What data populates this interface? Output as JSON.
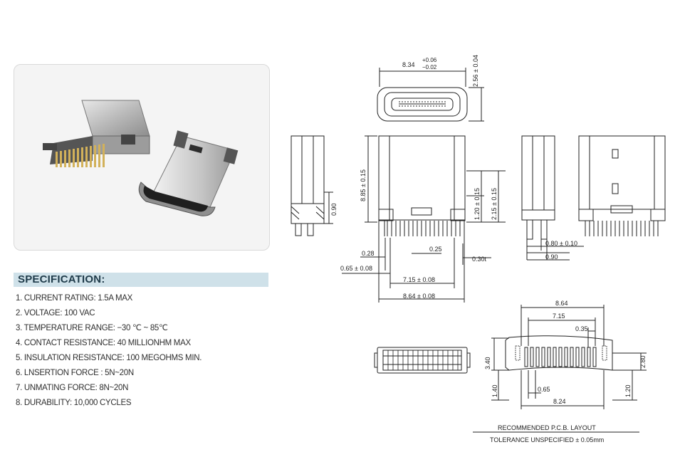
{
  "specification": {
    "title": "SPECIFICATION:",
    "items": [
      "1. CURRENT RATING: 1.5A MAX",
      "2. VOLTAGE: 100 VAC",
      "3. TEMPERATURE RANGE: −30 ℃ ~ 85℃",
      "4. CONTACT RESISTANCE: 40 MILLIONHM MAX",
      "5. INSULATION RESISTANCE: 100 MEGOHMS MIN.",
      "6. LNSERTION FORCE : 5N~20N",
      "7. UNMATING FORCE: 8N~20N",
      "8. DURABILITY:  10,000 CYCLES"
    ]
  },
  "drawing": {
    "top_view": {
      "width_nominal": "8.34",
      "width_tol_plus": "+0.06",
      "width_tol_minus": "−0.02",
      "height": "2.56 ± 0.04"
    },
    "left_view": {
      "dim_090": "0.90"
    },
    "front_view": {
      "height_total": "8.85 ± 0.15",
      "height_a": "1.20 ± 0.15",
      "height_b": "2.15 ± 0.15",
      "dim_028": "0.28",
      "dim_025": "0.25",
      "dim_030t": "0.30t",
      "dim_065": "0.65 ± 0.08",
      "dim_715": "7.15 ± 0.08",
      "dim_864": "8.64 ± 0.08"
    },
    "side_view": {
      "dim_080": "0.80 ± 0.10",
      "dim_090": "0.90"
    },
    "pcb_layout": {
      "dim_864": "8.64",
      "dim_715": "7.15",
      "dim_035": "0.35",
      "dim_340": "3.40",
      "dim_280": "2.80",
      "dim_140": "1.40",
      "dim_120": "1.20",
      "dim_065": "0.65",
      "dim_824": "8.24"
    },
    "notes": {
      "recommended": "RECOMMENDED  P.C.B. LAYOUT",
      "tolerance": "TOLERANCE UNSPECIFIED  ± 0.05mm"
    }
  },
  "colors": {
    "spec_header_bg": "#cfe1e9",
    "spec_title": "#1f3b4a",
    "line": "#222222"
  }
}
